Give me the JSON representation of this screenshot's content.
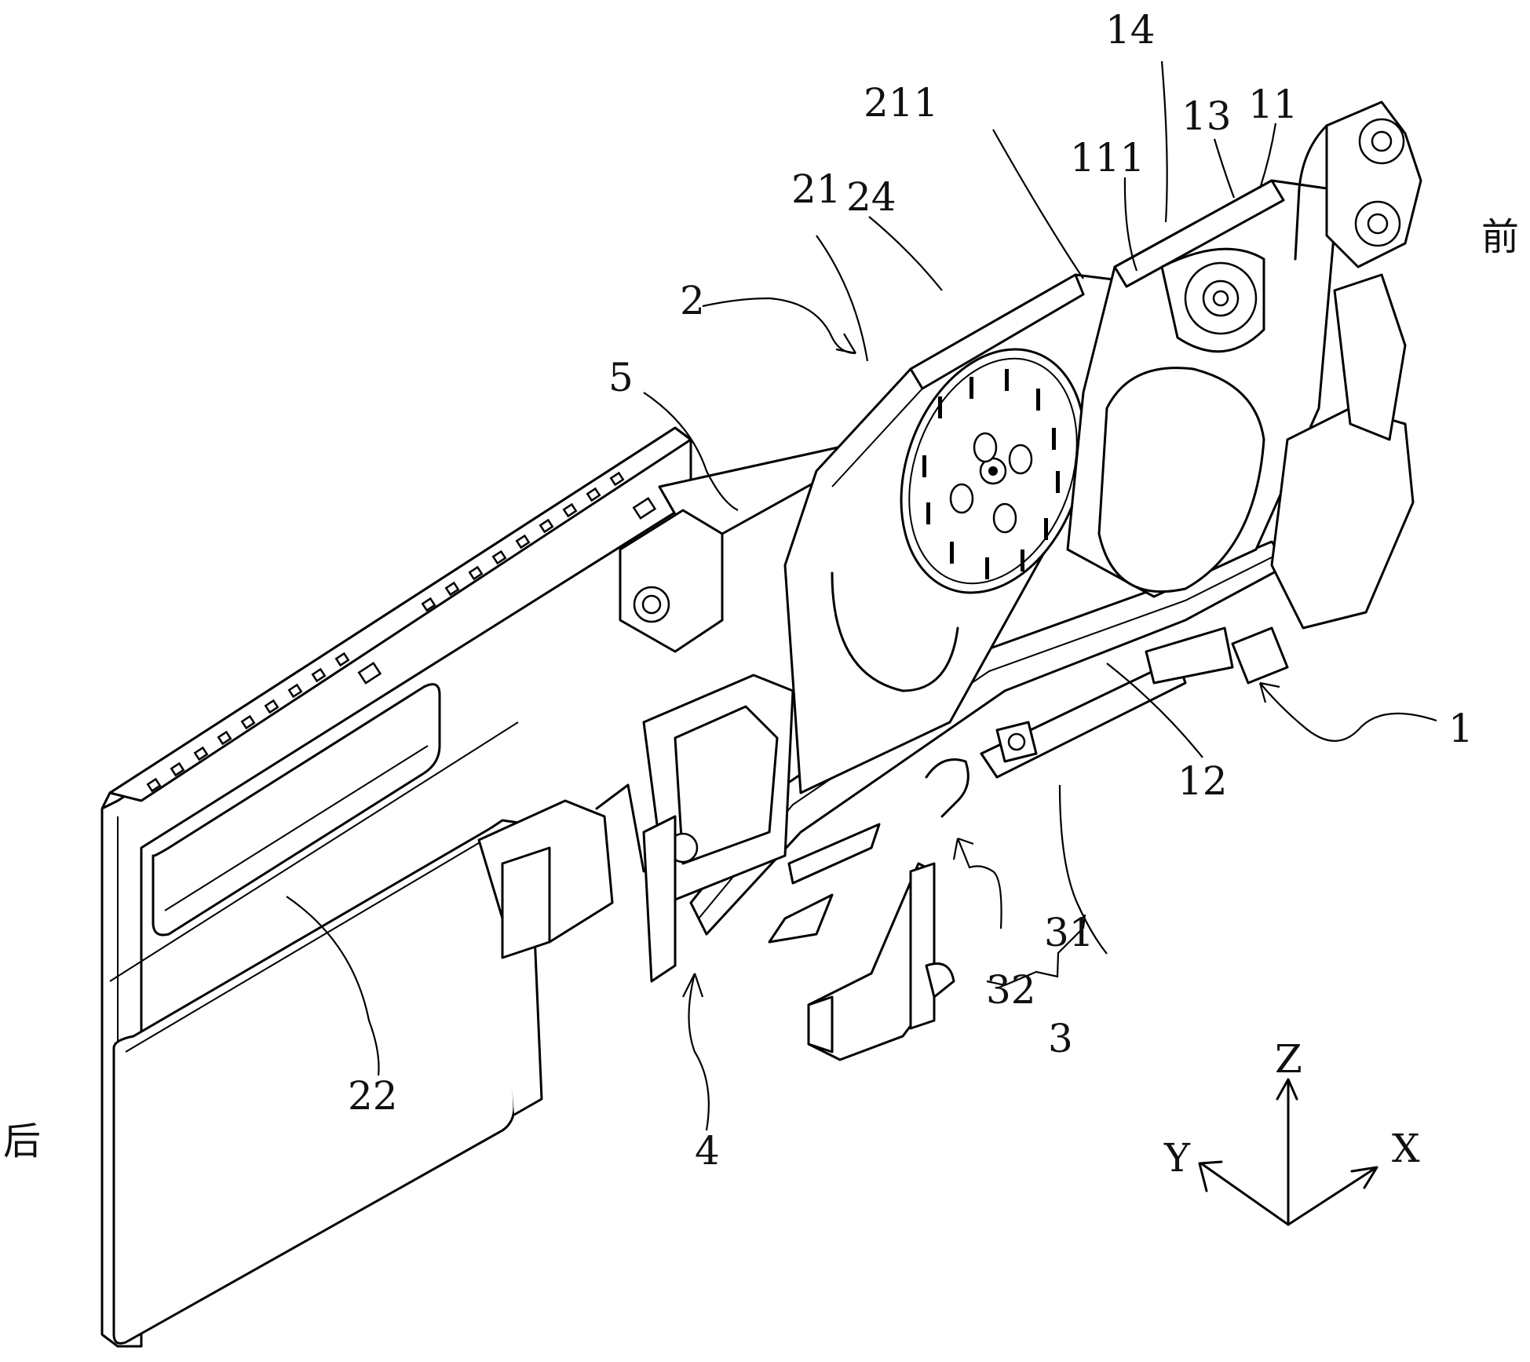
{
  "figure": {
    "type": "patent-perspective-drawing",
    "subject": "feeder assembly",
    "direction_labels": {
      "front": "前",
      "rear": "后"
    },
    "reference_labels": [
      {
        "id": "1",
        "text": "1"
      },
      {
        "id": "2",
        "text": "2"
      },
      {
        "id": "3",
        "text": "3"
      },
      {
        "id": "4",
        "text": "4"
      },
      {
        "id": "5",
        "text": "5"
      },
      {
        "id": "11",
        "text": "11"
      },
      {
        "id": "12",
        "text": "12"
      },
      {
        "id": "13",
        "text": "13"
      },
      {
        "id": "14",
        "text": "14"
      },
      {
        "id": "21",
        "text": "21"
      },
      {
        "id": "22",
        "text": "22"
      },
      {
        "id": "24",
        "text": "24"
      },
      {
        "id": "31",
        "text": "31"
      },
      {
        "id": "32",
        "text": "32"
      },
      {
        "id": "111",
        "text": "111"
      },
      {
        "id": "211",
        "text": "211"
      }
    ],
    "axes": {
      "z": "Z",
      "y": "Y",
      "x": "X"
    }
  }
}
